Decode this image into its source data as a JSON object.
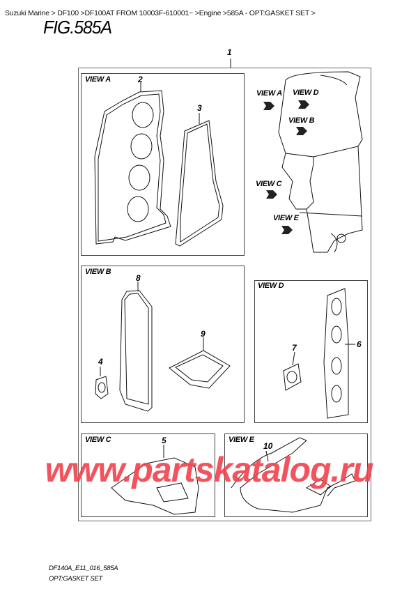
{
  "breadcrumb": [
    {
      "label": "Suzuki Marine",
      "sep": " > "
    },
    {
      "label": "DF100",
      "sep": " >"
    },
    {
      "label": "DF100AT FROM 10003F-610001~",
      "sep": " >"
    },
    {
      "label": "Engine",
      "sep": " >"
    },
    {
      "label": "585A - OPT:GASKET SET",
      "sep": " >"
    }
  ],
  "figure": {
    "title": "FIG.585A",
    "callout_set": "1"
  },
  "views": {
    "a": {
      "label": "VIEW A",
      "callouts": [
        "2",
        "3"
      ]
    },
    "b": {
      "label": "VIEW B",
      "callouts": [
        "8",
        "9",
        "4"
      ]
    },
    "c": {
      "label": "VIEW C",
      "callouts": [
        "5"
      ]
    },
    "d": {
      "label": "VIEW D",
      "callouts": [
        "7",
        "6"
      ]
    },
    "e": {
      "label": "VIEW E",
      "callouts": [
        "10"
      ]
    }
  },
  "motor_labels": {
    "view_a": "VIEW A",
    "view_d": "VIEW D",
    "view_b": "VIEW B",
    "view_c": "VIEW C",
    "view_e": "VIEW E"
  },
  "footer": {
    "code": "DF140A_E11_016_585A",
    "caption": "OPT:GASKET SET"
  },
  "watermark": {
    "text": "www.partskatalog.ru",
    "color": "#f2414b"
  }
}
